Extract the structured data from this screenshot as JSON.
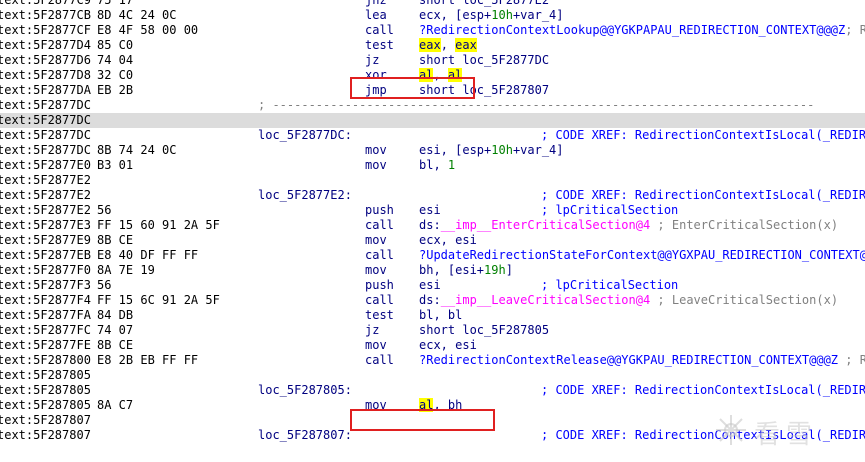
{
  "lines": [
    {
      "addr": "text:5F2877C9",
      "bytes": "75 17",
      "mn": "jnz",
      "ops": "short loc_5F2877E2"
    },
    {
      "addr": "text:5F2877CB",
      "bytes": "8D 4C 24 0C",
      "mn": "lea",
      "ops_pre": "ecx, [esp+",
      "ops_num": "10h",
      "ops_post": "+var_4]"
    },
    {
      "addr": "text:5F2877CF",
      "bytes": "E8 4F 58 00 00",
      "mn": "call",
      "ops_fn": "?RedirectionContextLookup@@YGKPAPAU_REDIRECTION_CONTEXT@@@Z",
      "cmt": "; Redi"
    },
    {
      "addr": "text:5F2877D4",
      "bytes": "85 C0",
      "mn": "test",
      "hl1": "eax",
      "mid": ", ",
      "hl2": "eax"
    },
    {
      "addr": "text:5F2877D6",
      "bytes": "74 04",
      "mn": "jz",
      "ops": "short loc_5F2877DC"
    },
    {
      "addr": "text:5F2877D8",
      "bytes": "32 C0",
      "mn": "xor",
      "hl1": "al",
      "mid": ", ",
      "hl2": "al"
    },
    {
      "addr": "text:5F2877DA",
      "bytes": "EB 2B",
      "mn": "jmp",
      "ops": "short loc_5F287807"
    },
    {
      "addr": "text:5F2877DC",
      "sep": "; ---------------------------------------------------------------------------"
    },
    {
      "addr": "text:5F2877DC",
      "selected": true
    },
    {
      "addr": "text:5F2877DC",
      "label": "loc_5F2877DC:",
      "xref": "; CODE XREF: RedirectionContextIsLocal(_REDIRECTI"
    },
    {
      "addr": "text:5F2877DC",
      "bytes": "8B 74 24 0C",
      "mn": "mov",
      "ops_pre": "esi, [esp+",
      "ops_num": "10h",
      "ops_post": "+var_4]"
    },
    {
      "addr": "text:5F2877E0",
      "bytes": "B3 01",
      "mn": "mov",
      "ops_pre": "bl, ",
      "ops_num": "1"
    },
    {
      "addr": "text:5F2877E2"
    },
    {
      "addr": "text:5F2877E2",
      "label": "loc_5F2877E2:",
      "xref": "; CODE XREF: RedirectionContextIsLocal(_REDIRECTI"
    },
    {
      "addr": "text:5F2877E2",
      "bytes": "56",
      "mn": "push",
      "ops": "esi",
      "cmt2": "; lpCriticalSection"
    },
    {
      "addr": "text:5F2877E3",
      "bytes": "FF 15 60 91 2A 5F",
      "mn": "call",
      "ops_pre": "ds:",
      "ops_imp": "__imp__EnterCriticalSection@4",
      "cmt": " ; EnterCriticalSection(x)"
    },
    {
      "addr": "text:5F2877E9",
      "bytes": "8B CE",
      "mn": "mov",
      "ops": "ecx, esi"
    },
    {
      "addr": "text:5F2877EB",
      "bytes": "E8 40 DF FF FF",
      "mn": "call",
      "ops_fn": "?UpdateRedirectionStateForContext@@YGXPAU_REDIRECTION_CONTEXT@@@Z",
      "cmt": ""
    },
    {
      "addr": "text:5F2877F0",
      "bytes": "8A 7E 19",
      "mn": "mov",
      "ops_pre": "bh, [esi+",
      "ops_num": "19h",
      "ops_post": "]"
    },
    {
      "addr": "text:5F2877F3",
      "bytes": "56",
      "mn": "push",
      "ops": "esi",
      "cmt2": "; lpCriticalSection"
    },
    {
      "addr": "text:5F2877F4",
      "bytes": "FF 15 6C 91 2A 5F",
      "mn": "call",
      "ops_pre": "ds:",
      "ops_imp": "__imp__LeaveCriticalSection@4",
      "cmt": " ; LeaveCriticalSection(x)"
    },
    {
      "addr": "text:5F2877FA",
      "bytes": "84 DB",
      "mn": "test",
      "ops": "bl, bl"
    },
    {
      "addr": "text:5F2877FC",
      "bytes": "74 07",
      "mn": "jz",
      "ops": "short loc_5F287805"
    },
    {
      "addr": "text:5F2877FE",
      "bytes": "8B CE",
      "mn": "mov",
      "ops": "ecx, esi"
    },
    {
      "addr": "text:5F287800",
      "bytes": "E8 2B EB FF FF",
      "mn": "call",
      "ops_fn": "?RedirectionContextRelease@@YGKPAU_REDIRECTION_CONTEXT@@@Z",
      "cmt": " ; Redir"
    },
    {
      "addr": "text:5F287805"
    },
    {
      "addr": "text:5F287805",
      "label": "loc_5F287805:",
      "xref": "; CODE XREF: RedirectionContextIsLocal(_REDIRECTI"
    },
    {
      "addr": "text:5F287805",
      "bytes": "8A C7",
      "mn": "mov",
      "hl1": "al",
      "mid": ", bh"
    },
    {
      "addr": "text:5F287807"
    },
    {
      "addr": "text:5F287807",
      "label": "loc_5F287807:",
      "xref": "; CODE XREF: RedirectionContextIsLocal(_REDIRECTI"
    }
  ],
  "watermark": {
    "text": "看雪"
  },
  "colors": {
    "highlight": "#ffff00",
    "annotation_box": "#e02020",
    "selection": "#dcdcdc"
  }
}
